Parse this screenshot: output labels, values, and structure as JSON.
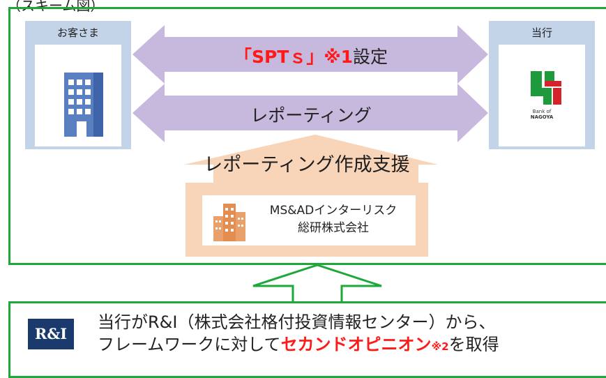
{
  "header": {
    "partial_label": "（スキーム図）"
  },
  "customer": {
    "label": "お客さま",
    "icon": "building-icon"
  },
  "bank": {
    "label": "当行",
    "logo_text_line1": "Bank of",
    "logo_text_line2": "NAGOYA",
    "icon": "bank-of-nagoya-logo"
  },
  "arrows": {
    "spts_red": "「SPTｓ」※1",
    "spts_black": "設定",
    "reporting": "レポーティング"
  },
  "support": {
    "label": "レポーティング作成支援"
  },
  "firm": {
    "name_line1": "MS&ADインターリスク",
    "name_line2": "総研株式会社",
    "icon": "office-buildings-icon"
  },
  "ri": {
    "logo": "R&I",
    "line1": "当行がR&I（株式会社格付投資情報センター）から、",
    "line2_pre": "フレームワークに対して",
    "line2_red": "セカンドオピニオン",
    "line2_note": "※2",
    "line2_post": "を取得"
  },
  "colors": {
    "frame_green": "#1ea83a",
    "arrow_purple": "#c6b9dd",
    "party_blue": "#c3d4e8",
    "support_peach": "#f8d4b8",
    "highlight_red": "#ff1a1a",
    "building_blue": "#5a7fc0",
    "ri_navy": "#1a3a6e"
  }
}
